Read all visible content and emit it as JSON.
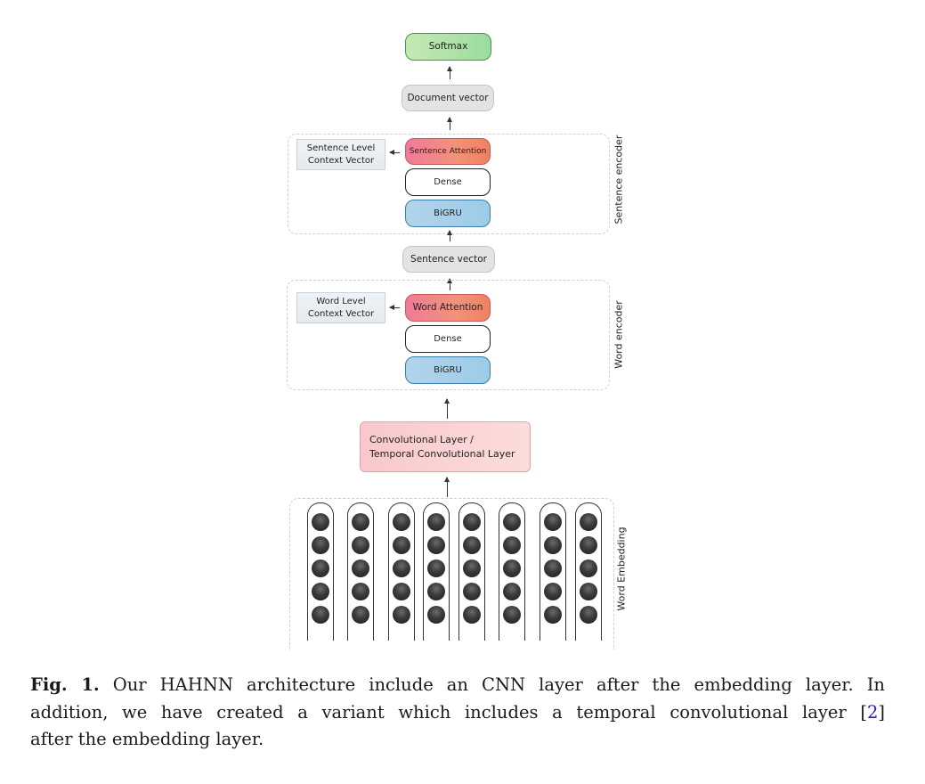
{
  "diagram": {
    "output": {
      "softmax": "Softmax",
      "document_vector": "Document vector"
    },
    "sentence_encoder": {
      "label": "Sentence encoder",
      "attention": "Sentence Attention",
      "dense": "Dense",
      "bigru": "BiGRU",
      "context_vector_line1": "Sentence Level",
      "context_vector_line2": "Context Vector"
    },
    "sentence_vector": "Sentence vector",
    "word_encoder": {
      "label": "Word encoder",
      "attention": "Word Attention",
      "dense": "Dense",
      "bigru": "BiGRU",
      "context_vector_line1": "Word Level",
      "context_vector_line2": "Context Vector"
    },
    "conv_layer": {
      "line1": "Convolutional Layer /",
      "line2": "Temporal Convolutional Layer"
    },
    "word_embedding": {
      "label": "Word Embedding",
      "columns": 8,
      "units_per_column": 5
    },
    "colors": {
      "softmax": "#9bdca0",
      "attention": "#f2927a",
      "bigru": "#9ccbe8",
      "conv": "#f8c8cc",
      "vector_gray": "#e3e3e3",
      "citation": "#2020c0"
    }
  },
  "caption": {
    "fig_label": "Fig. 1.",
    "line1_text": " Our HAHNN architecture include an CNN layer after the embedding layer. In",
    "line2_text": "addition, we have created a variant which includes a temporal convolutional layer ",
    "line2_cite_open": "[",
    "line2_cite": "2",
    "line2_cite_close": "]",
    "line3_text": "after the embedding layer."
  }
}
